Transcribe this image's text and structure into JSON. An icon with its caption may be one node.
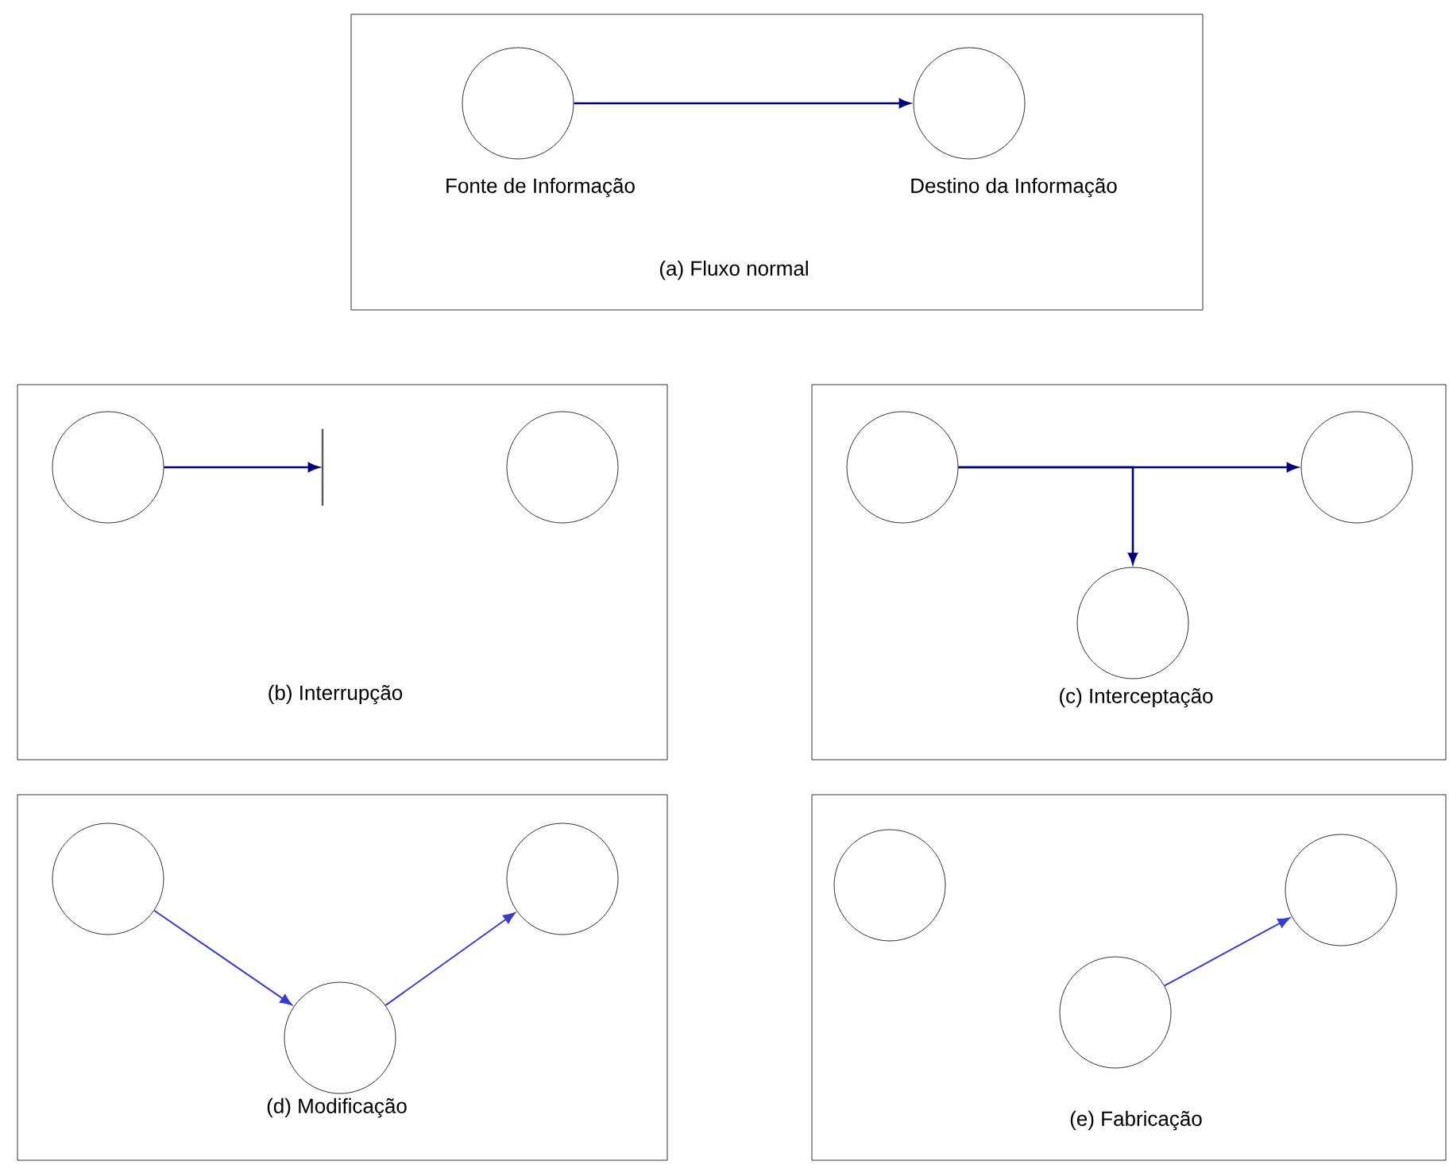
{
  "diagram": {
    "nodes": [
      {
        "text": [
          "(a) Fluxo normal"
        ]
      },
      {
        "text": [],
        "shape": "circle",
        "in": 0,
        "beside": [
          "Fonte de Informação"
        ]
      },
      {
        "text": [],
        "shape": "circle",
        "in": 0,
        "beside": [
          "Destino da Informação"
        ]
      },
      {
        "text": [
          "(b) Interrupção"
        ]
      },
      {
        "text": [],
        "shape": "circle",
        "in": 3
      },
      {
        "text": [],
        "shape": "bar",
        "in": 3
      },
      {
        "text": [],
        "shape": "circle",
        "in": 3
      },
      {
        "text": [
          "(c) Interceptação"
        ]
      },
      {
        "text": [],
        "shape": "circle",
        "in": 7
      },
      {
        "text": [],
        "shape": "circle",
        "in": 7
      },
      {
        "text": [],
        "shape": "circle",
        "in": 7
      },
      {
        "text": [
          "(d) Modificação"
        ]
      },
      {
        "text": [],
        "shape": "circle",
        "in": 11
      },
      {
        "text": [],
        "shape": "circle",
        "in": 11
      },
      {
        "text": [],
        "shape": "circle",
        "in": 11
      },
      {
        "text": [
          "(e) Fabricação"
        ]
      },
      {
        "text": [],
        "shape": "circle",
        "in": 15
      },
      {
        "text": [],
        "shape": "circle",
        "in": 15
      },
      {
        "text": [],
        "shape": "circle",
        "in": 15
      }
    ],
    "edges": [
      {
        "from": 1,
        "to": 2,
        "arrow": "to"
      },
      {
        "from": 4,
        "to": 5,
        "arrow": "to"
      },
      {
        "from": 8,
        "to": 9,
        "arrow": "to"
      },
      {
        "from": 8,
        "to": 10,
        "arrow": "to"
      },
      {
        "from": 12,
        "to": 14,
        "arrow": "to",
        "color": "#3a3ad0"
      },
      {
        "from": 14,
        "to": 13,
        "arrow": "to",
        "color": "#3a3ad0"
      },
      {
        "from": 18,
        "to": 17,
        "arrow": "to",
        "color": "#3a3ad0"
      }
    ]
  }
}
